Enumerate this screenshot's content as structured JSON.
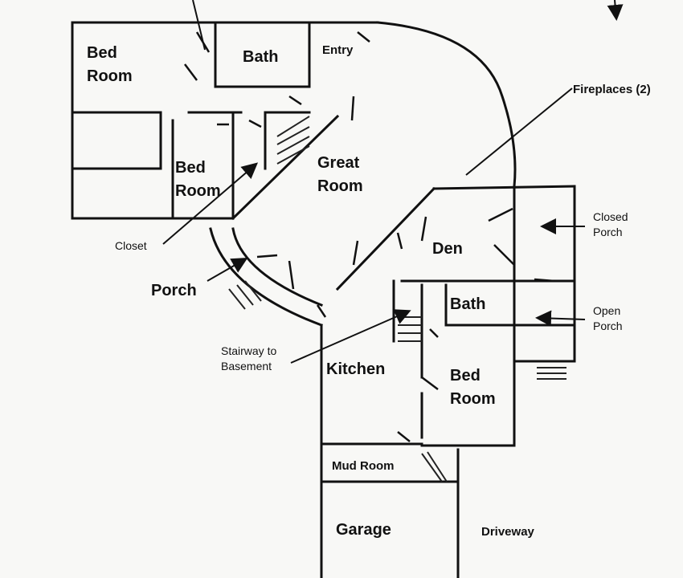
{
  "rooms": {
    "bedroom_1": [
      "Bed",
      "Room"
    ],
    "bath_1": "Bath",
    "entry": "Entry",
    "bedroom_2": [
      "Bed",
      "Room"
    ],
    "great_room": [
      "Great",
      "Room"
    ],
    "den": "Den",
    "bath_2": "Bath",
    "kitchen": "Kitchen",
    "bedroom_3": [
      "Bed",
      "Room"
    ],
    "mud_room": "Mud Room",
    "garage": "Garage",
    "driveway": "Driveway"
  },
  "callouts": {
    "fireplaces": "Fireplaces (2)",
    "closed_porch": [
      "Closed",
      "Porch"
    ],
    "open_porch": [
      "Open",
      "Porch"
    ],
    "closet": "Closet",
    "porch": "Porch",
    "stairway": [
      "Stairway to",
      "Basement"
    ]
  }
}
